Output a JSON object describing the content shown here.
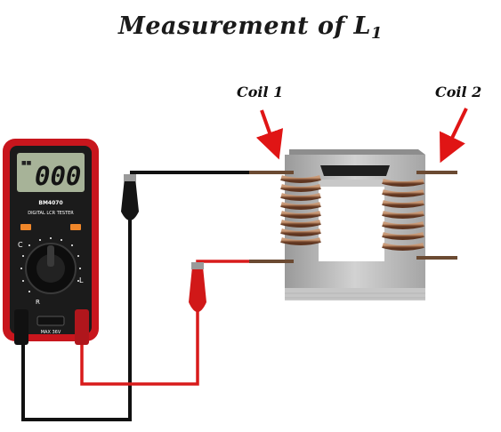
{
  "title": {
    "main": "Measurement of L",
    "subscript": "1"
  },
  "coils": {
    "coil1_label": "Coil 1",
    "coil2_label": "Coil 2"
  },
  "meter": {
    "display": "000",
    "model": "BM4070",
    "caption": "DIGITAL LCR TESTER",
    "mode_c": "C",
    "mode_l": "L",
    "mode_r": "R",
    "terminal_label": "MAX 36V"
  },
  "colors": {
    "arrow": "#e01515",
    "lead_red": "#d81b1b",
    "lead_black": "#111111",
    "meter_body": "#c8161d",
    "core": "#b9b9b9",
    "winding": "#8b5a3c"
  }
}
